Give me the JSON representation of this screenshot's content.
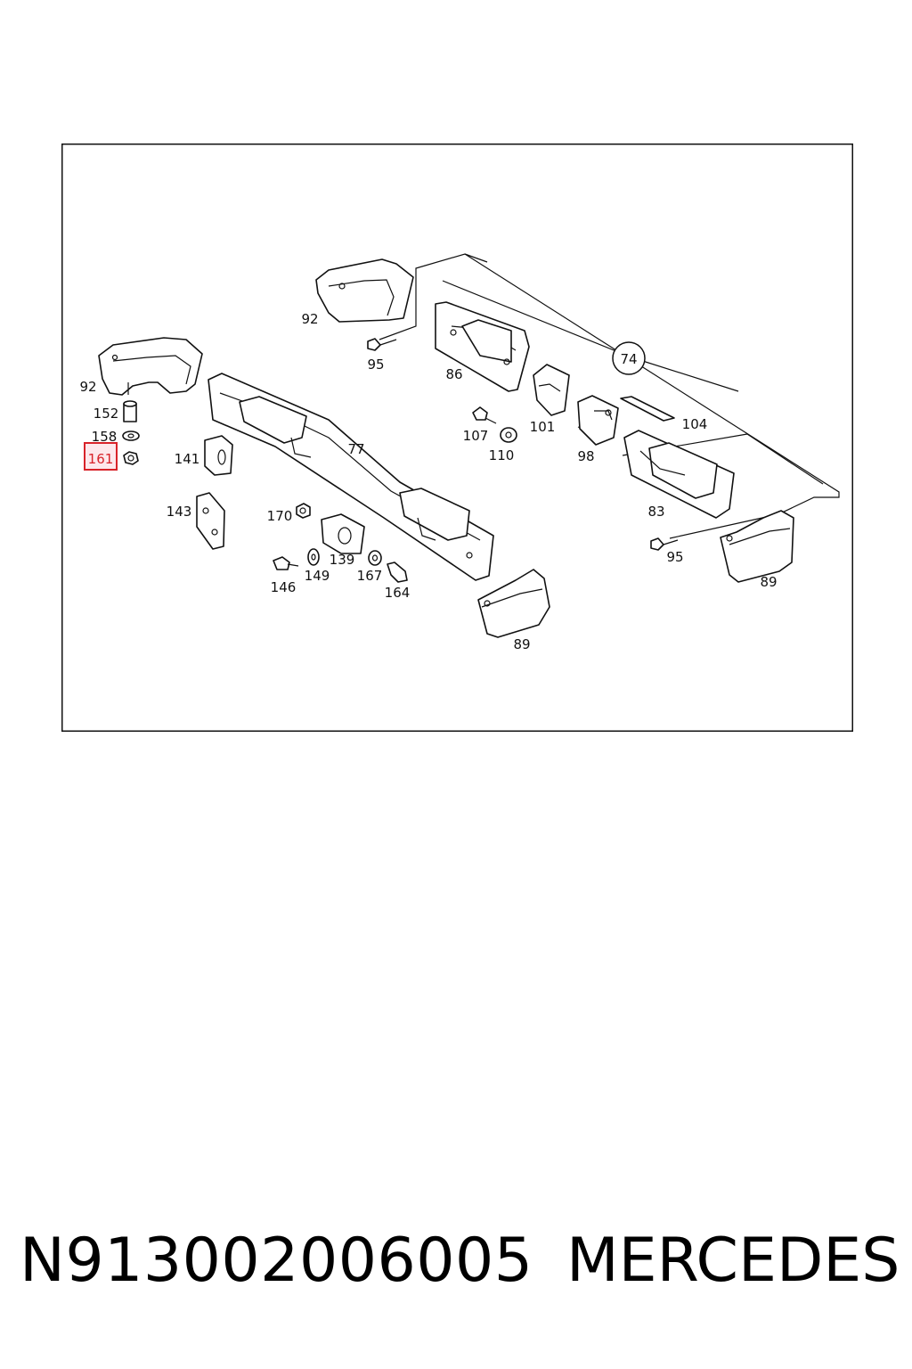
{
  "diagram": {
    "callouts": {
      "c92a": "92",
      "c92b": "92",
      "c95a": "95",
      "c95b": "95",
      "c86": "86",
      "c74": "74",
      "c77": "77",
      "c101": "101",
      "c104": "104",
      "c107": "107",
      "c110": "110",
      "c98": "98",
      "c83": "83",
      "c152": "152",
      "c158": "158",
      "c161": "161",
      "c141": "141",
      "c143": "143",
      "c170": "170",
      "c139": "139",
      "c146": "146",
      "c149": "149",
      "c167": "167",
      "c164": "164",
      "c89a": "89",
      "c89b": "89"
    },
    "highlighted": "161",
    "highlight_color": "#d8232a"
  },
  "footer": {
    "part_number": "N913002006005",
    "brand": "MERCEDES"
  }
}
